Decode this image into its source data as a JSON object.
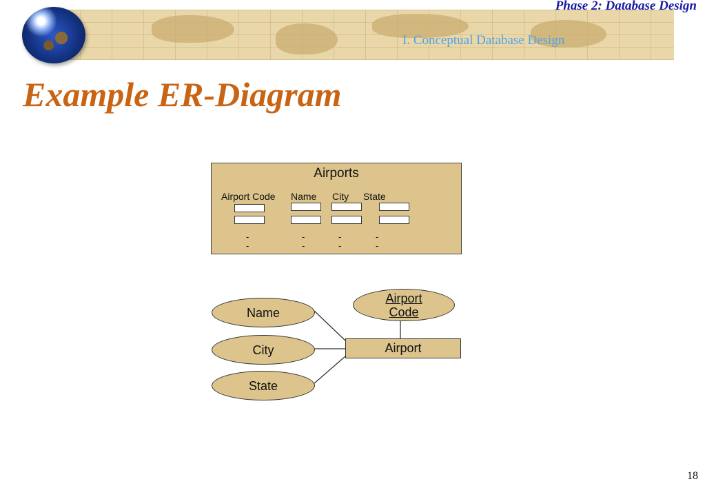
{
  "header": {
    "phase": "Phase 2: Database Design",
    "subsection": "I. Conceptual Database Design"
  },
  "slide": {
    "title": "Example ER-Diagram",
    "page_number": "18"
  },
  "table": {
    "title": "Airports",
    "columns": [
      "Airport Code",
      "Name",
      "City",
      "State"
    ],
    "dash": "-"
  },
  "er": {
    "attributes": [
      "Name",
      "City",
      "State"
    ],
    "key_attribute_lines": [
      "Airport",
      "Code"
    ],
    "entity": "Airport"
  },
  "colors": {
    "title": "#c86414",
    "phase": "#1a1aa6",
    "subsection": "#4fa3e6",
    "fill": "#dcc48c"
  }
}
